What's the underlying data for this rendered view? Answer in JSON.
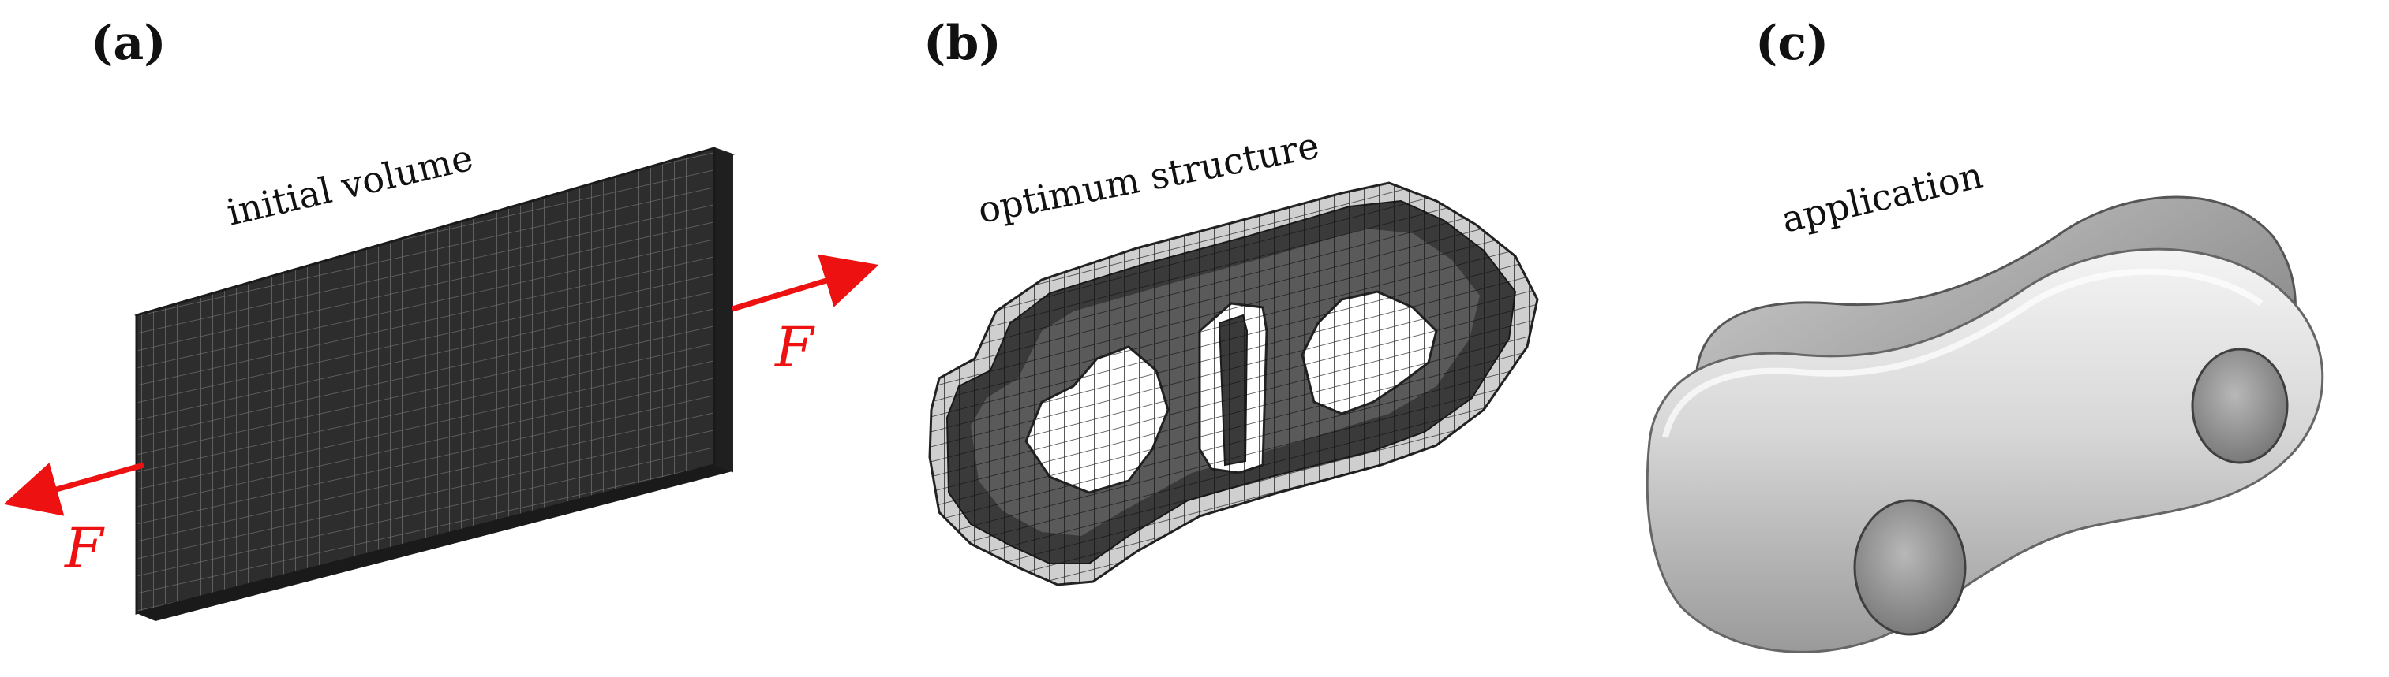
{
  "panels": {
    "a": {
      "label": "(a)",
      "caption": "initial volume",
      "force_right": "F",
      "force_left": "F"
    },
    "b": {
      "label": "(b)",
      "caption": "optimum structure"
    },
    "c": {
      "label": "(c)",
      "caption": "application"
    }
  },
  "colors": {
    "mesh_face": "#2d2d2d",
    "mesh_grid": "#666666",
    "force_arrow": "#ee1111",
    "metal_light": "#e8e8e8",
    "metal_dark": "#8a8a8a"
  },
  "icons": {
    "a": "hexahedral-mesh-plate",
    "b": "voxel-topology-link",
    "c": "chain-master-link-photo"
  }
}
